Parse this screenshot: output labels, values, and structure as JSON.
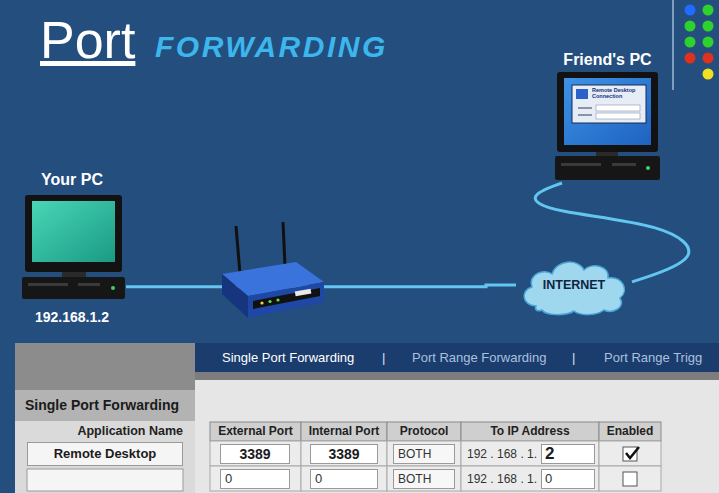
{
  "diagram": {
    "title": "Port",
    "nodes": [
      {
        "text": [
          "Your PC",
          "192.168.1.2"
        ]
      },
      {
        "text": [
          "INTERNET"
        ]
      },
      {
        "text": [
          "Friend's PC",
          "Remote Desktop Connection"
        ]
      }
    ],
    "edges": [
      {
        "from": 0,
        "to": 1,
        "arrow": "none"
      },
      {
        "from": 1,
        "to": 2,
        "arrow": "none"
      }
    ],
    "labels": [
      "FORWARDING",
      "Single Port Forwarding",
      "|",
      "Port Range Forwarding",
      "|",
      "Port Range Trigg",
      "Single Port Forwarding",
      "Application Name",
      "Remote Desktop",
      "External Port",
      "Internal Port",
      "Protocol",
      "To IP Address",
      "Enabled",
      "3389",
      "3389",
      "BOTH",
      "192 . 168 . 1.",
      "2",
      "0",
      "0",
      "BOTH",
      "192 . 168 . 1.",
      "0"
    ]
  }
}
